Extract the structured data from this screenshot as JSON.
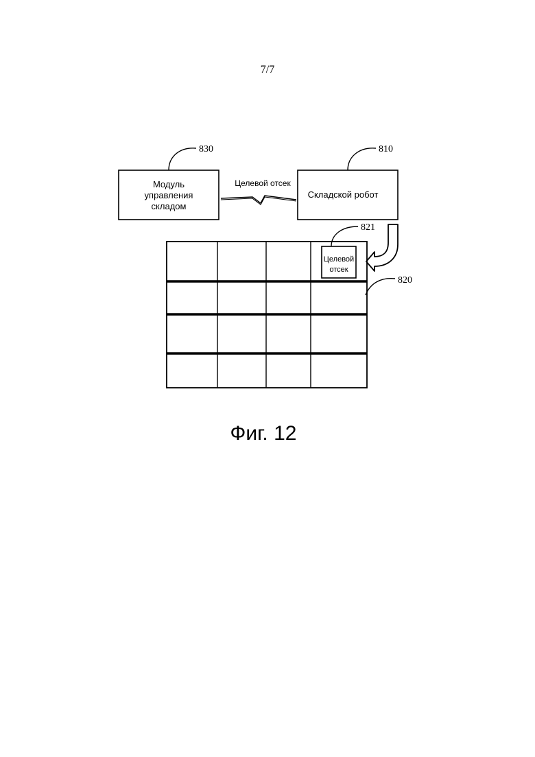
{
  "page_number": "7/7",
  "figure_caption": "Фиг. 12",
  "colors": {
    "ink": "#000000",
    "paper": "#ffffff"
  },
  "blocks": {
    "warehouse_module": {
      "ref": "830",
      "lines": [
        "Модуль",
        "управления",
        "складом"
      ]
    },
    "robot": {
      "ref": "810",
      "label": "Складской робот"
    },
    "shelf": {
      "ref": "820",
      "rows": 4,
      "columns": 4
    },
    "target_bay": {
      "ref": "821",
      "lines": [
        "Целевой",
        "отсек"
      ]
    }
  },
  "link": {
    "label": "Целевой отсек",
    "icon": "lightning-bolt-icon"
  },
  "arrow": {
    "icon": "curved-arrow-icon"
  }
}
